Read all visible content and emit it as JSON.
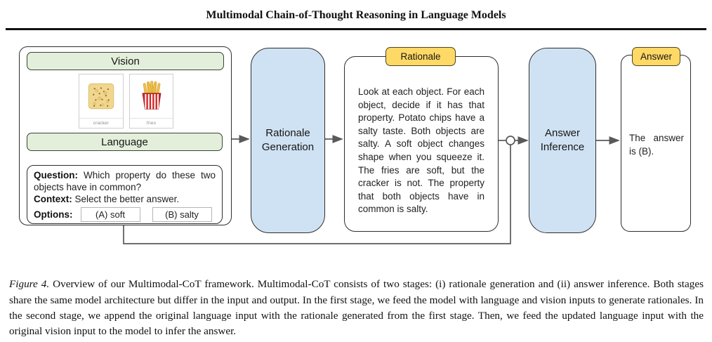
{
  "title": "Multimodal Chain-of-Thought Reasoning in Language Models",
  "colors": {
    "header_fill": "#e3efda",
    "stage_fill": "#cfe2f3",
    "tag_fill": "#ffd966",
    "box_border": "#2e2e2e",
    "arrow": "#595959"
  },
  "diagram": {
    "input_panel": {
      "vision_label": "Vision",
      "images": [
        {
          "label": "cracker"
        },
        {
          "label": "fries"
        }
      ],
      "language_label": "Language",
      "question": {
        "q_label": "Question:",
        "q_text": " Which property do these two objects have in common?",
        "c_label": "Context:",
        "c_text": " Select the better answer.",
        "o_label": "Options:",
        "options": [
          "(A) soft",
          "(B) salty"
        ]
      }
    },
    "stages": {
      "rationale_generation": "Rationale Generation",
      "answer_inference": "Answer Inference"
    },
    "rationale": {
      "tag": "Rationale",
      "text": "Look at each object. For each object, decide if it has that property. Potato chips have a salty taste. Both objects are salty. A soft object changes shape when you squeeze it. The fries are soft, but the cracker is not. The property that both objects have in common is salty."
    },
    "answer": {
      "tag": "Answer",
      "text": "The answer is (B)."
    }
  },
  "caption": {
    "figure_label": "Figure 4.",
    "text": "Overview of our Multimodal-CoT framework. Multimodal-CoT consists of two stages: (i) rationale generation and (ii) answer inference. Both stages share the same model architecture but differ in the input and output. In the first stage, we feed the model with language and vision inputs to generate rationales. In the second stage, we append the original language input with the rationale generated from the first stage. Then, we feed the updated language input with the original vision input to the model to infer the answer."
  }
}
